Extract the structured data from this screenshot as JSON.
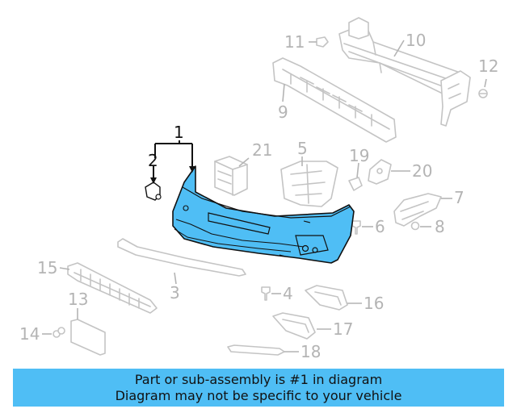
{
  "diagram": {
    "highlighted_part": "1",
    "highlight_color": "#4fbef5",
    "callouts": {
      "c1": "1",
      "c2": "2",
      "c3": "3",
      "c4": "4",
      "c5": "5",
      "c6": "6",
      "c7": "7",
      "c8": "8",
      "c9": "9",
      "c10": "10",
      "c11": "11",
      "c12": "12",
      "c13": "13",
      "c14": "14",
      "c15": "15",
      "c16": "16",
      "c17": "17",
      "c18": "18",
      "c19": "19",
      "c20": "20",
      "c21": "21"
    }
  },
  "banner": {
    "line1": "Part or sub-assembly is #1 in diagram",
    "line2": "Diagram may not be specific to your vehicle",
    "background": "#4fbef5"
  }
}
